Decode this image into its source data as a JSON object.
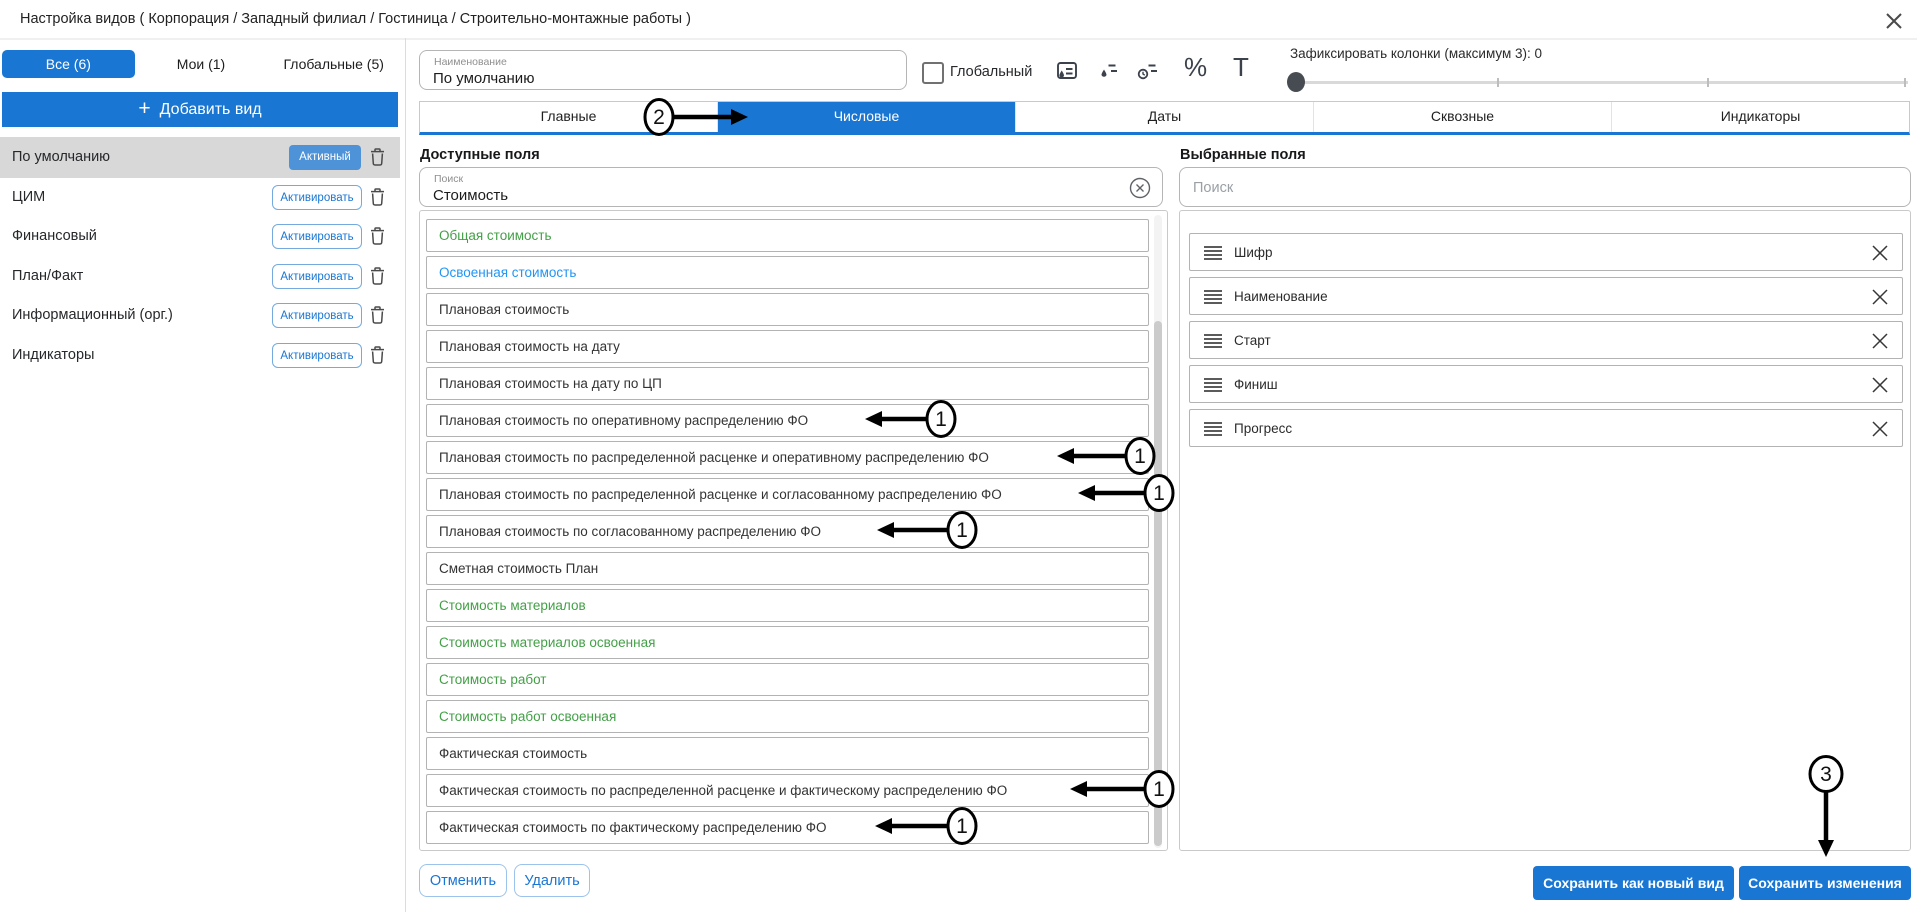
{
  "header": {
    "title": "Настройка видов ( Корпорация / Западный филиал / Гостиница / Строительно-монтажные работы )"
  },
  "colors": {
    "primary": "#1976d2",
    "active_badge": "#4e92d8",
    "green_item": "#43a047",
    "blue_item": "#2196f3",
    "selected_row": "#d8d8d8"
  },
  "sidebar": {
    "tabs": [
      {
        "label": "Все (6)"
      },
      {
        "label": "Мои (1)"
      },
      {
        "label": "Глобальные (5)"
      }
    ],
    "add_plus": "+",
    "add_view": "Добавить вид",
    "views": [
      {
        "name": "По умолчанию",
        "action": "Активный"
      },
      {
        "name": "ЦИМ",
        "action": "Активировать"
      },
      {
        "name": "Финансовый",
        "action": "Активировать"
      },
      {
        "name": "План/Факт",
        "action": "Активировать"
      },
      {
        "name": "Информационный (орг.)",
        "action": "Активировать"
      },
      {
        "name": "Индикаторы",
        "action": "Активировать"
      }
    ]
  },
  "toolbar": {
    "name_label": "Наименование",
    "name_value": "По умолчанию",
    "global_label": "Глобальный",
    "icons": [
      "conditional-format-table",
      "droplet-format",
      "duration-format",
      "percent",
      "text-format"
    ],
    "percent_glyph": "%",
    "text_glyph": "T",
    "freeze_label": "Зафиксировать колонки (максимум 3): 0"
  },
  "tabs": [
    {
      "label": "Главные"
    },
    {
      "label": "Числовые"
    },
    {
      "label": "Даты"
    },
    {
      "label": "Сквозные"
    },
    {
      "label": "Индикаторы"
    }
  ],
  "available": {
    "title": "Доступные поля",
    "search_label": "Поиск",
    "search_value": "Стоимость",
    "items": [
      {
        "label": "Общая стоимость",
        "tone": "green"
      },
      {
        "label": "Освоенная стоимость",
        "tone": "blue"
      },
      {
        "label": "Плановая стоимость",
        "tone": "normal"
      },
      {
        "label": "Плановая стоимость на дату",
        "tone": "normal"
      },
      {
        "label": "Плановая стоимость на дату по ЦП",
        "tone": "normal"
      },
      {
        "label": "Плановая стоимость по оперативному распределению ФО",
        "tone": "normal"
      },
      {
        "label": "Плановая стоимость по распределенной расценке и оперативному распределению ФО",
        "tone": "normal"
      },
      {
        "label": "Плановая стоимость по распределенной расценке и согласованному распределению ФО",
        "tone": "normal"
      },
      {
        "label": "Плановая стоимость по согласованному распределению ФО",
        "tone": "normal"
      },
      {
        "label": "Сметная стоимость План",
        "tone": "normal"
      },
      {
        "label": "Стоимость материалов",
        "tone": "green"
      },
      {
        "label": "Стоимость материалов освоенная",
        "tone": "green"
      },
      {
        "label": "Стоимость работ",
        "tone": "green"
      },
      {
        "label": "Стоимость работ освоенная",
        "tone": "green"
      },
      {
        "label": "Фактическая стоимость",
        "tone": "normal"
      },
      {
        "label": "Фактическая стоимость по распределенной расценке и фактическому распределению ФО",
        "tone": "normal"
      },
      {
        "label": "Фактическая стоимость по фактическому распределению ФО",
        "tone": "normal"
      }
    ]
  },
  "selected": {
    "title": "Выбранные поля",
    "search_placeholder": "Поиск",
    "items": [
      {
        "label": "Шифр"
      },
      {
        "label": "Наименование"
      },
      {
        "label": "Старт"
      },
      {
        "label": "Финиш"
      },
      {
        "label": "Прогресс"
      }
    ]
  },
  "footer": {
    "cancel": "Отменить",
    "delete": "Удалить",
    "save_as_new": "Сохранить как новый вид",
    "save": "Сохранить изменения"
  },
  "annotations": {
    "step1": "1",
    "step2": "2",
    "step3": "3"
  }
}
